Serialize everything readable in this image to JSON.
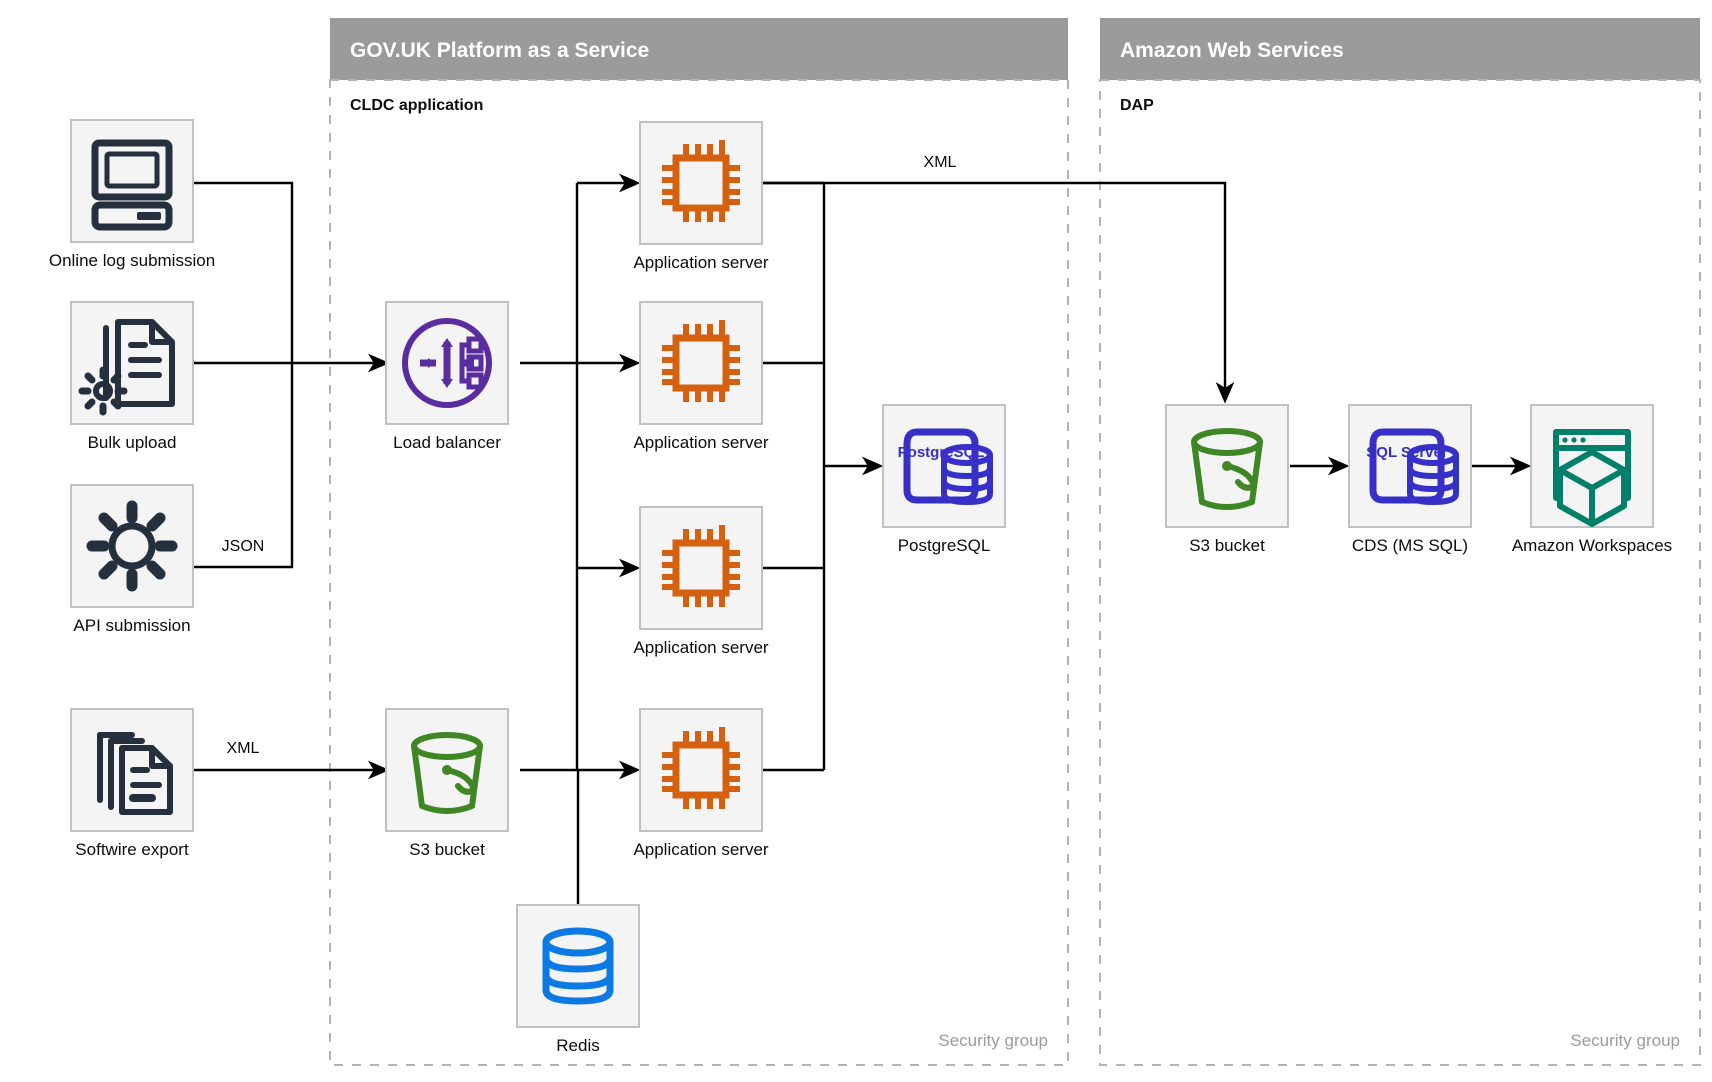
{
  "zones": [
    {
      "id": "govuk-paas",
      "header": "GOV.UK Platform as a Service",
      "subtitle": "CLDC application",
      "footer": "Security group"
    },
    {
      "id": "aws",
      "header": "Amazon Web Services",
      "subtitle": "DAP",
      "footer": "Security group"
    }
  ],
  "nodes": [
    {
      "id": "online-log-submission",
      "label": "Online log submission",
      "icon": "desktop-computer-icon",
      "color": "#25303f"
    },
    {
      "id": "bulk-upload",
      "label": "Bulk upload",
      "icon": "document-gear-icon",
      "color": "#25303f"
    },
    {
      "id": "api-submission",
      "label": "API submission",
      "icon": "gear-icon",
      "color": "#25303f"
    },
    {
      "id": "softwire-export",
      "label": "Softwire export",
      "icon": "document-stack-icon",
      "color": "#25303f"
    },
    {
      "id": "load-balancer",
      "label": "Load balancer",
      "icon": "load-balancer-icon",
      "color": "#5a2ca0"
    },
    {
      "id": "s3-bucket-paas",
      "label": "S3 bucket",
      "icon": "s3-bucket-icon",
      "color": "#3f8624"
    },
    {
      "id": "app-server-1",
      "label": "Application server",
      "icon": "cpu-chip-icon",
      "color": "#d5600f"
    },
    {
      "id": "app-server-2",
      "label": "Application server",
      "icon": "cpu-chip-icon",
      "color": "#d5600f"
    },
    {
      "id": "app-server-3",
      "label": "Application server",
      "icon": "cpu-chip-icon",
      "color": "#d5600f"
    },
    {
      "id": "app-server-4",
      "label": "Application server",
      "icon": "cpu-chip-icon",
      "color": "#d5600f"
    },
    {
      "id": "redis",
      "label": "Redis",
      "icon": "database-cylinder-icon",
      "color": "#0b7ae5"
    },
    {
      "id": "postgresql",
      "label": "PostgreSQL",
      "icon": "postgresql-icon",
      "color": "#3730c8",
      "badge": "PostgreSQL"
    },
    {
      "id": "s3-bucket-aws",
      "label": "S3 bucket",
      "icon": "s3-bucket-icon",
      "color": "#3f8624"
    },
    {
      "id": "cds-ms-sql",
      "label": "CDS (MS SQL)",
      "icon": "sql-server-icon",
      "color": "#3730c8",
      "badge": "SQL Server"
    },
    {
      "id": "amazon-workspaces",
      "label": "Amazon Workspaces",
      "icon": "workspaces-cube-icon",
      "color": "#00806a"
    }
  ],
  "edge_labels": [
    {
      "id": "json-label",
      "text": "JSON"
    },
    {
      "id": "xml-label-softwire",
      "text": "XML"
    },
    {
      "id": "xml-label-appserver",
      "text": "XML"
    }
  ],
  "colors": {
    "zone_header_bg": "#9b9b9b",
    "zone_border": "#b1b4b6",
    "tile_bg": "#f4f4f4",
    "tile_border": "#bfc1c3",
    "connector": "#000000",
    "text": "#0b0c0c",
    "muted_text": "#9b9b9b",
    "chip_orange": "#d5600f",
    "lb_purple": "#5a2ca0",
    "bucket_green": "#3f8624",
    "db_blue": "#0b7ae5",
    "sql_violet": "#3730c8",
    "workspaces_teal": "#00806a",
    "icon_navy": "#25303f"
  }
}
